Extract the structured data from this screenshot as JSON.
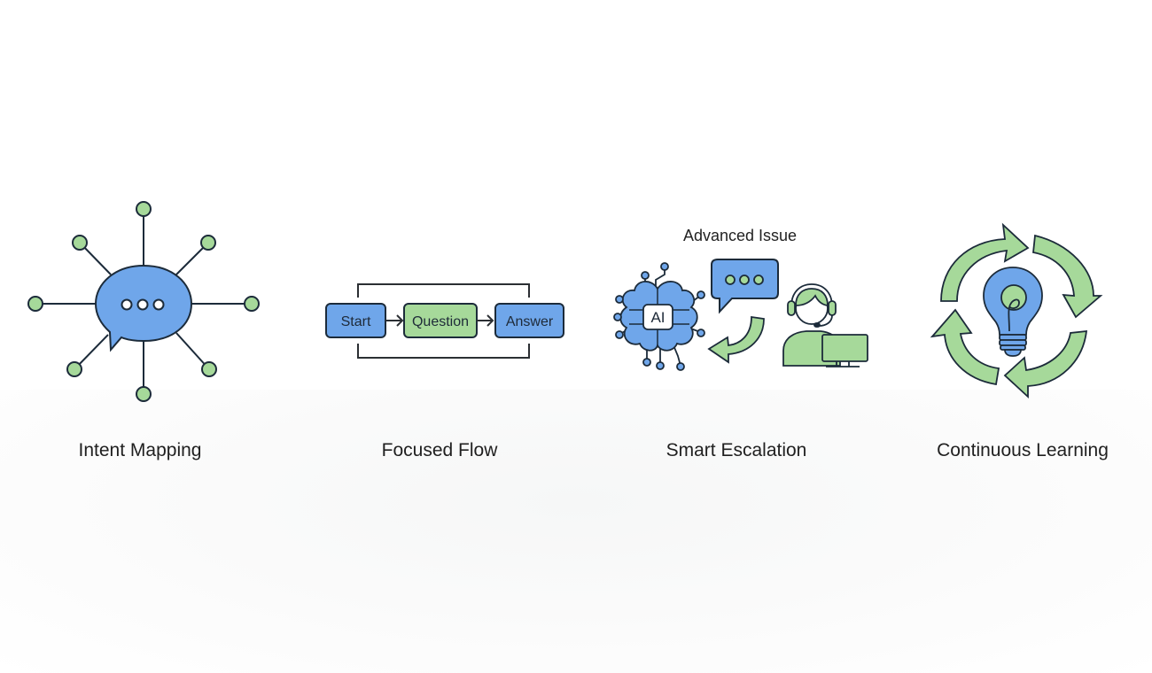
{
  "colors": {
    "blue_fill": "#6fa6ea",
    "green_fill": "#a6d99a",
    "stroke": "#1c2b3a",
    "label_text": "#1f1f1f"
  },
  "features": [
    {
      "title": "Intent Mapping",
      "icon": "chat-bubble-hub-icon"
    },
    {
      "title": "Focused Flow",
      "icon": "flow-diagram-icon",
      "steps": [
        "Start",
        "Question",
        "Answer"
      ]
    },
    {
      "title": "Smart Escalation",
      "icon": "ai-to-human-escalation-icon",
      "caption": "Advanced Issue",
      "ai_chip_label": "AI"
    },
    {
      "title": "Continuous Learning",
      "icon": "lightbulb-cycle-icon"
    }
  ]
}
